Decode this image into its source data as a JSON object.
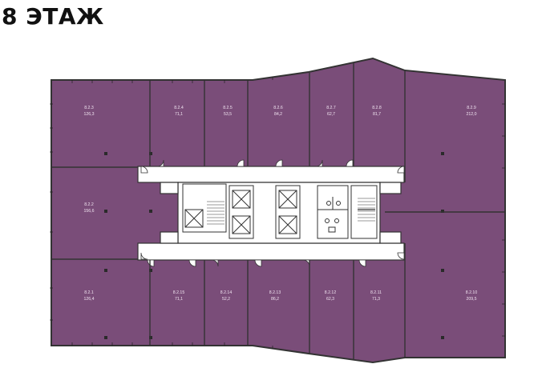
{
  "header": {
    "title": "8 ЭТАЖ"
  },
  "colors": {
    "unit_fill": "#7a4d79",
    "wall": "#333333",
    "core_fill": "#ffffff",
    "label_text": "#f1e4f1"
  },
  "units": [
    {
      "id": "8.2.3",
      "area": "126,3"
    },
    {
      "id": "8.2.4",
      "area": "71,1"
    },
    {
      "id": "8.2.5",
      "area": "53,5"
    },
    {
      "id": "8.2.6",
      "area": "84,2"
    },
    {
      "id": "8.2.7",
      "area": "62,7"
    },
    {
      "id": "8.2.8",
      "area": "81,7"
    },
    {
      "id": "8.2.9",
      "area": "212,0"
    },
    {
      "id": "8.2.2",
      "area": "156,6"
    },
    {
      "id": "8.2.1",
      "area": "126,4"
    },
    {
      "id": "8.2.15",
      "area": "71,1"
    },
    {
      "id": "8.2.14",
      "area": "52,2"
    },
    {
      "id": "8.2.13",
      "area": "86,2"
    },
    {
      "id": "8.2.12",
      "area": "62,3"
    },
    {
      "id": "8.2.11",
      "area": "71,3"
    },
    {
      "id": "8.2.10",
      "area": "209,5"
    }
  ]
}
